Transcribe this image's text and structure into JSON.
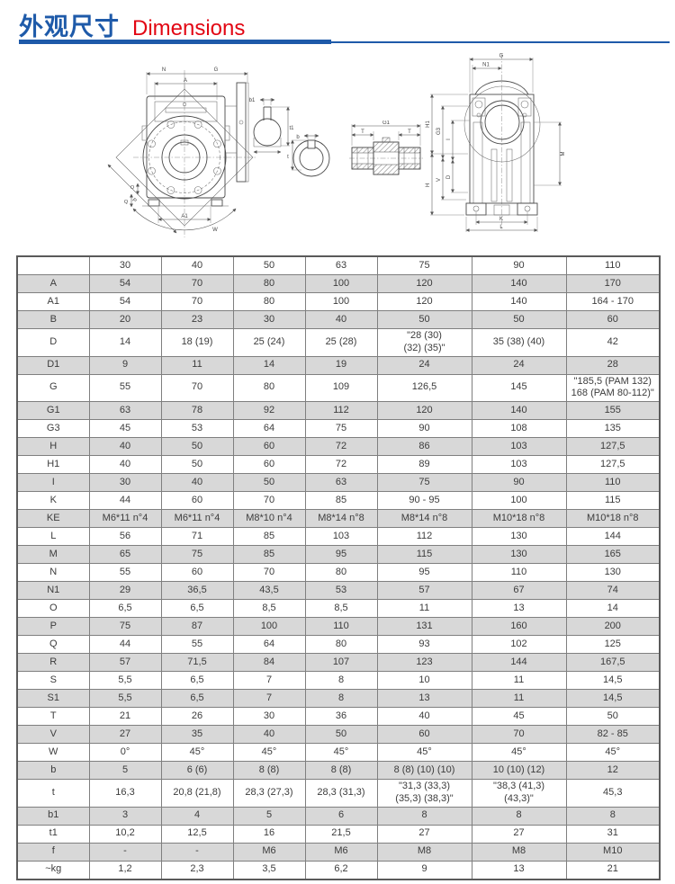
{
  "page": {
    "title_zh": "外观尺寸",
    "title_en": "Dimensions"
  },
  "colors": {
    "accent_blue": "#1e5aa9",
    "accent_red": "#e20613",
    "row_shade": "#d8d8d8"
  },
  "drawings": {
    "front_view": {
      "dim_n": "N",
      "dim_g": "G",
      "dim_a": "A",
      "dim_a1": "A1",
      "dim_p": "P",
      "dim_w": "W",
      "dim_o": "O",
      "dim_q": "Q"
    },
    "key_section": {
      "dim_b1": "b1",
      "dim_t1": "t1"
    },
    "bore_section": {
      "dim_b": "b",
      "dim_t": "t"
    },
    "shaft_section": {
      "dim_g1": "G1",
      "dim_t_left": "T",
      "dim_t_right": "T"
    },
    "side_view": {
      "dim_g": "G",
      "dim_n1": "N1",
      "dim_h1": "H1",
      "dim_h": "H",
      "dim_g3": "G3",
      "dim_v": "V",
      "dim_i": "I",
      "dim_d": "D",
      "dim_m": "M",
      "dim_k": "K",
      "dim_l": "L"
    }
  },
  "table": {
    "columns": [
      "",
      "30",
      "40",
      "50",
      "63",
      "75",
      "90",
      "110"
    ],
    "rows": [
      {
        "label": "A",
        "values": [
          "54",
          "70",
          "80",
          "100",
          "120",
          "140",
          "170"
        ]
      },
      {
        "label": "A1",
        "values": [
          "54",
          "70",
          "80",
          "100",
          "120",
          "140",
          "164 - 170"
        ]
      },
      {
        "label": "B",
        "values": [
          "20",
          "23",
          "30",
          "40",
          "50",
          "50",
          "60"
        ]
      },
      {
        "label": "D",
        "values": [
          "14",
          "18 (19)",
          "25 (24)",
          "25 (28)",
          "\"28 (30)\n(32) (35)\"",
          "35 (38) (40)",
          "42"
        ]
      },
      {
        "label": "D1",
        "values": [
          "9",
          "11",
          "14",
          "19",
          "24",
          "24",
          "28"
        ]
      },
      {
        "label": "G",
        "values": [
          "55",
          "70",
          "80",
          "109",
          "126,5",
          "145",
          "\"185,5 (PAM 132)\n168 (PAM 80-112)\""
        ]
      },
      {
        "label": "G1",
        "values": [
          "63",
          "78",
          "92",
          "112",
          "120",
          "140",
          "155"
        ]
      },
      {
        "label": "G3",
        "values": [
          "45",
          "53",
          "64",
          "75",
          "90",
          "108",
          "135"
        ]
      },
      {
        "label": "H",
        "values": [
          "40",
          "50",
          "60",
          "72",
          "86",
          "103",
          "127,5"
        ]
      },
      {
        "label": "H1",
        "values": [
          "40",
          "50",
          "60",
          "72",
          "89",
          "103",
          "127,5"
        ]
      },
      {
        "label": "I",
        "values": [
          "30",
          "40",
          "50",
          "63",
          "75",
          "90",
          "110"
        ]
      },
      {
        "label": "K",
        "values": [
          "44",
          "60",
          "70",
          "85",
          "90 - 95",
          "100",
          "115"
        ]
      },
      {
        "label": "KE",
        "values": [
          "M6*11 n°4",
          "M6*11 n°4",
          "M8*10 n°4",
          "M8*14 n°8",
          "M8*14 n°8",
          "M10*18 n°8",
          "M10*18 n°8"
        ]
      },
      {
        "label": "L",
        "values": [
          "56",
          "71",
          "85",
          "103",
          "112",
          "130",
          "144"
        ]
      },
      {
        "label": "M",
        "values": [
          "65",
          "75",
          "85",
          "95",
          "115",
          "130",
          "165"
        ]
      },
      {
        "label": "N",
        "values": [
          "55",
          "60",
          "70",
          "80",
          "95",
          "110",
          "130"
        ]
      },
      {
        "label": "N1",
        "values": [
          "29",
          "36,5",
          "43,5",
          "53",
          "57",
          "67",
          "74"
        ]
      },
      {
        "label": "O",
        "values": [
          "6,5",
          "6,5",
          "8,5",
          "8,5",
          "11",
          "13",
          "14"
        ]
      },
      {
        "label": "P",
        "values": [
          "75",
          "87",
          "100",
          "110",
          "131",
          "160",
          "200"
        ]
      },
      {
        "label": "Q",
        "values": [
          "44",
          "55",
          "64",
          "80",
          "93",
          "102",
          "125"
        ]
      },
      {
        "label": "R",
        "values": [
          "57",
          "71,5",
          "84",
          "107",
          "123",
          "144",
          "167,5"
        ]
      },
      {
        "label": "S",
        "values": [
          "5,5",
          "6,5",
          "7",
          "8",
          "10",
          "11",
          "14,5"
        ]
      },
      {
        "label": "S1",
        "values": [
          "5,5",
          "6,5",
          "7",
          "8",
          "13",
          "11",
          "14,5"
        ]
      },
      {
        "label": "T",
        "values": [
          "21",
          "26",
          "30",
          "36",
          "40",
          "45",
          "50"
        ]
      },
      {
        "label": "V",
        "values": [
          "27",
          "35",
          "40",
          "50",
          "60",
          "70",
          "82 - 85"
        ]
      },
      {
        "label": "W",
        "values": [
          "0°",
          "45°",
          "45°",
          "45°",
          "45°",
          "45°",
          "45°"
        ]
      },
      {
        "label": "b",
        "values": [
          "5",
          "6 (6)",
          "8 (8)",
          "8 (8)",
          "8 (8) (10) (10)",
          "10 (10) (12)",
          "12"
        ]
      },
      {
        "label": "t",
        "values": [
          "16,3",
          "20,8 (21,8)",
          "28,3 (27,3)",
          "28,3 (31,3)",
          "\"31,3 (33,3)\n(35,3) (38,3)\"",
          "\"38,3 (41,3)\n(43,3)\"",
          "45,3"
        ]
      },
      {
        "label": "b1",
        "values": [
          "3",
          "4",
          "5",
          "6",
          "8",
          "8",
          "8"
        ]
      },
      {
        "label": "t1",
        "values": [
          "10,2",
          "12,5",
          "16",
          "21,5",
          "27",
          "27",
          "31"
        ]
      },
      {
        "label": "f",
        "values": [
          "-",
          "-",
          "M6",
          "M6",
          "M8",
          "M8",
          "M10"
        ]
      },
      {
        "label": "~kg",
        "values": [
          "1,2",
          "2,3",
          "3,5",
          "6,2",
          "9",
          "13",
          "21"
        ]
      }
    ]
  }
}
